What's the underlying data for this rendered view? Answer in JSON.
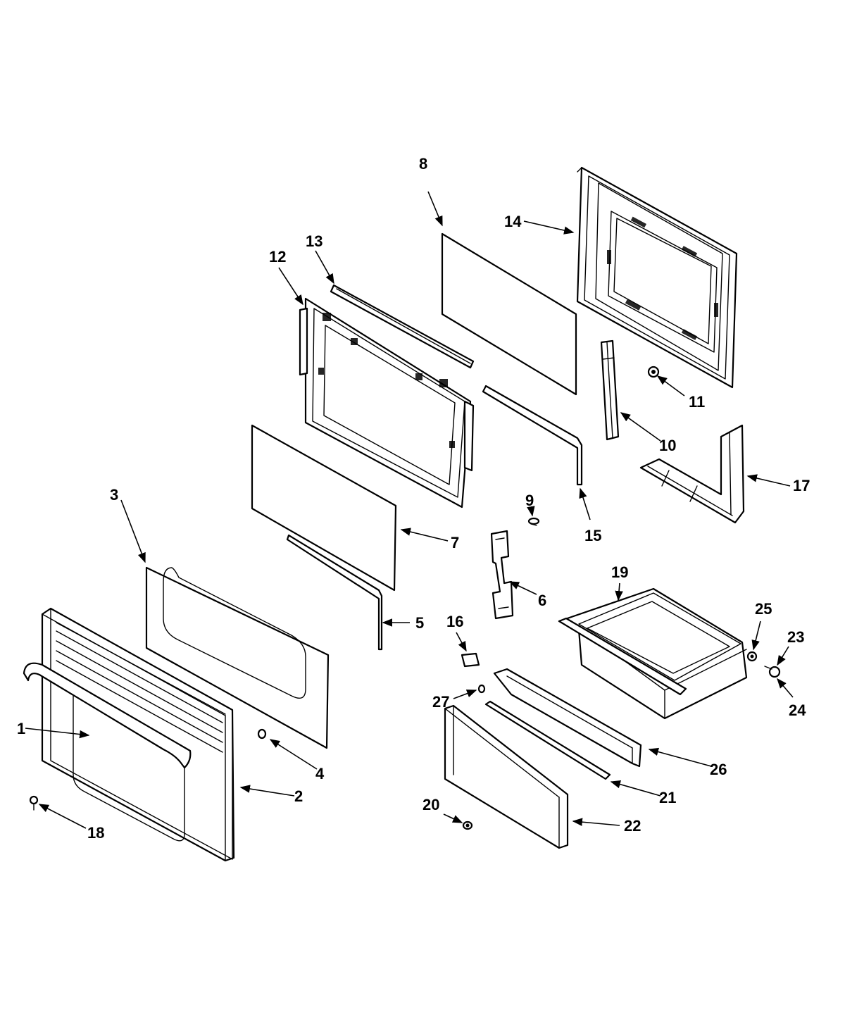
{
  "diagram": {
    "callouts": [
      {
        "id": "c1",
        "text": "1"
      },
      {
        "id": "c2",
        "text": "2"
      },
      {
        "id": "c3",
        "text": "3"
      },
      {
        "id": "c4",
        "text": "4"
      },
      {
        "id": "c5",
        "text": "5"
      },
      {
        "id": "c6",
        "text": "6"
      },
      {
        "id": "c7",
        "text": "7"
      },
      {
        "id": "c8",
        "text": "8"
      },
      {
        "id": "c9",
        "text": "9"
      },
      {
        "id": "c10",
        "text": "10"
      },
      {
        "id": "c11",
        "text": "11"
      },
      {
        "id": "c12",
        "text": "12"
      },
      {
        "id": "c13",
        "text": "13"
      },
      {
        "id": "c14",
        "text": "14"
      },
      {
        "id": "c15",
        "text": "15"
      },
      {
        "id": "c16",
        "text": "16"
      },
      {
        "id": "c17",
        "text": "17"
      },
      {
        "id": "c18",
        "text": "18"
      },
      {
        "id": "c19",
        "text": "19"
      },
      {
        "id": "c20",
        "text": "20"
      },
      {
        "id": "c21",
        "text": "21"
      },
      {
        "id": "c22",
        "text": "22"
      },
      {
        "id": "c23",
        "text": "23"
      },
      {
        "id": "c24",
        "text": "24"
      },
      {
        "id": "c25",
        "text": "25"
      },
      {
        "id": "c26",
        "text": "26"
      },
      {
        "id": "c27",
        "text": "27"
      }
    ]
  }
}
